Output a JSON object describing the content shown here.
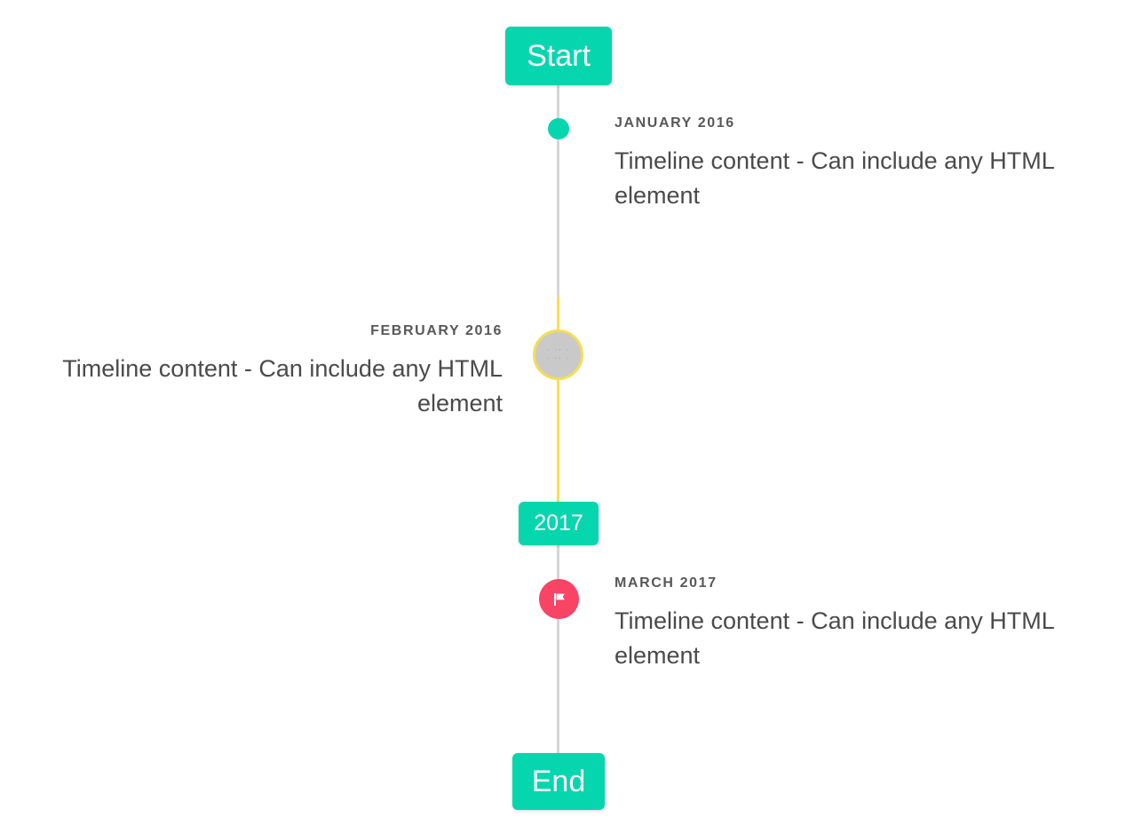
{
  "timeline": {
    "start_label": "Start",
    "midpoint_label": "2017",
    "end_label": "End",
    "colors": {
      "accent_green": "#06d6ae",
      "rail_gray": "#d5d5d5",
      "rail_yellow": "#fbdf4e",
      "marker_gray": "#c9c9c9",
      "marker_ring_yellow": "#f4dd55",
      "flag_pink": "#fa4465",
      "date_text": "#585858",
      "body_text": "#4a4a4a",
      "background": "#ffffff"
    },
    "entries": [
      {
        "date": "JANUARY 2016",
        "body": "Timeline content - Can include any HTML element",
        "side": "right",
        "marker": "dot-icon"
      },
      {
        "date": "FEBRUARY 2016",
        "body": "Timeline content - Can include any HTML element",
        "side": "left",
        "marker": "broken-glyph-icon",
        "marker_glyph": "⸬⸬"
      },
      {
        "date": "MARCH 2017",
        "body": "Timeline content - Can include any HTML element",
        "side": "right",
        "marker": "flag-icon"
      }
    ]
  }
}
